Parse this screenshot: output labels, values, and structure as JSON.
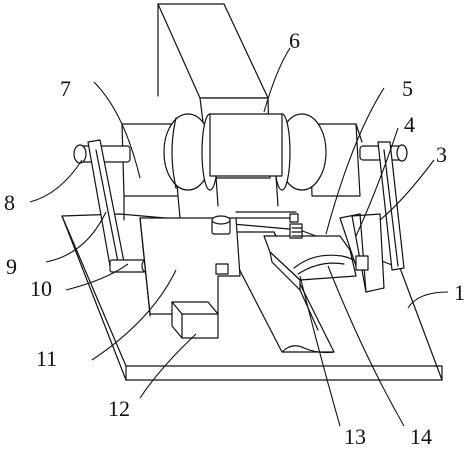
{
  "figure": {
    "labels": [
      {
        "id": "1",
        "text": "1"
      },
      {
        "id": "3",
        "text": "3"
      },
      {
        "id": "4",
        "text": "4"
      },
      {
        "id": "5",
        "text": "5"
      },
      {
        "id": "6",
        "text": "6"
      },
      {
        "id": "7",
        "text": "7"
      },
      {
        "id": "8",
        "text": "8"
      },
      {
        "id": "9",
        "text": "9"
      },
      {
        "id": "10",
        "text": "10"
      },
      {
        "id": "11",
        "text": "11"
      },
      {
        "id": "12",
        "text": "12"
      },
      {
        "id": "13",
        "text": "13"
      },
      {
        "id": "14",
        "text": "14"
      }
    ]
  }
}
